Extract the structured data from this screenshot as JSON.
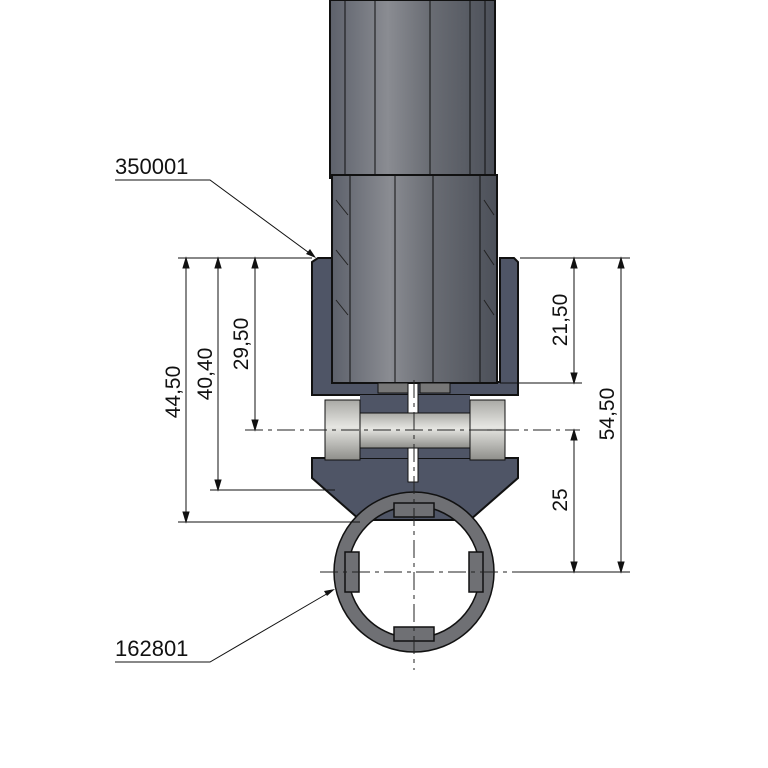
{
  "callouts": {
    "top_part": "350001",
    "bottom_part": "162801"
  },
  "dimensions": {
    "left_outer": "44,50",
    "left_middle": "40,40",
    "left_inner": "29,50",
    "right_upper": "21,50",
    "right_lower": "25",
    "right_overall": "54,50"
  },
  "colors": {
    "body": "#4f5566",
    "tube": "#6d7078",
    "bolt": "#c9c9c6",
    "profile": "#6f7074"
  }
}
